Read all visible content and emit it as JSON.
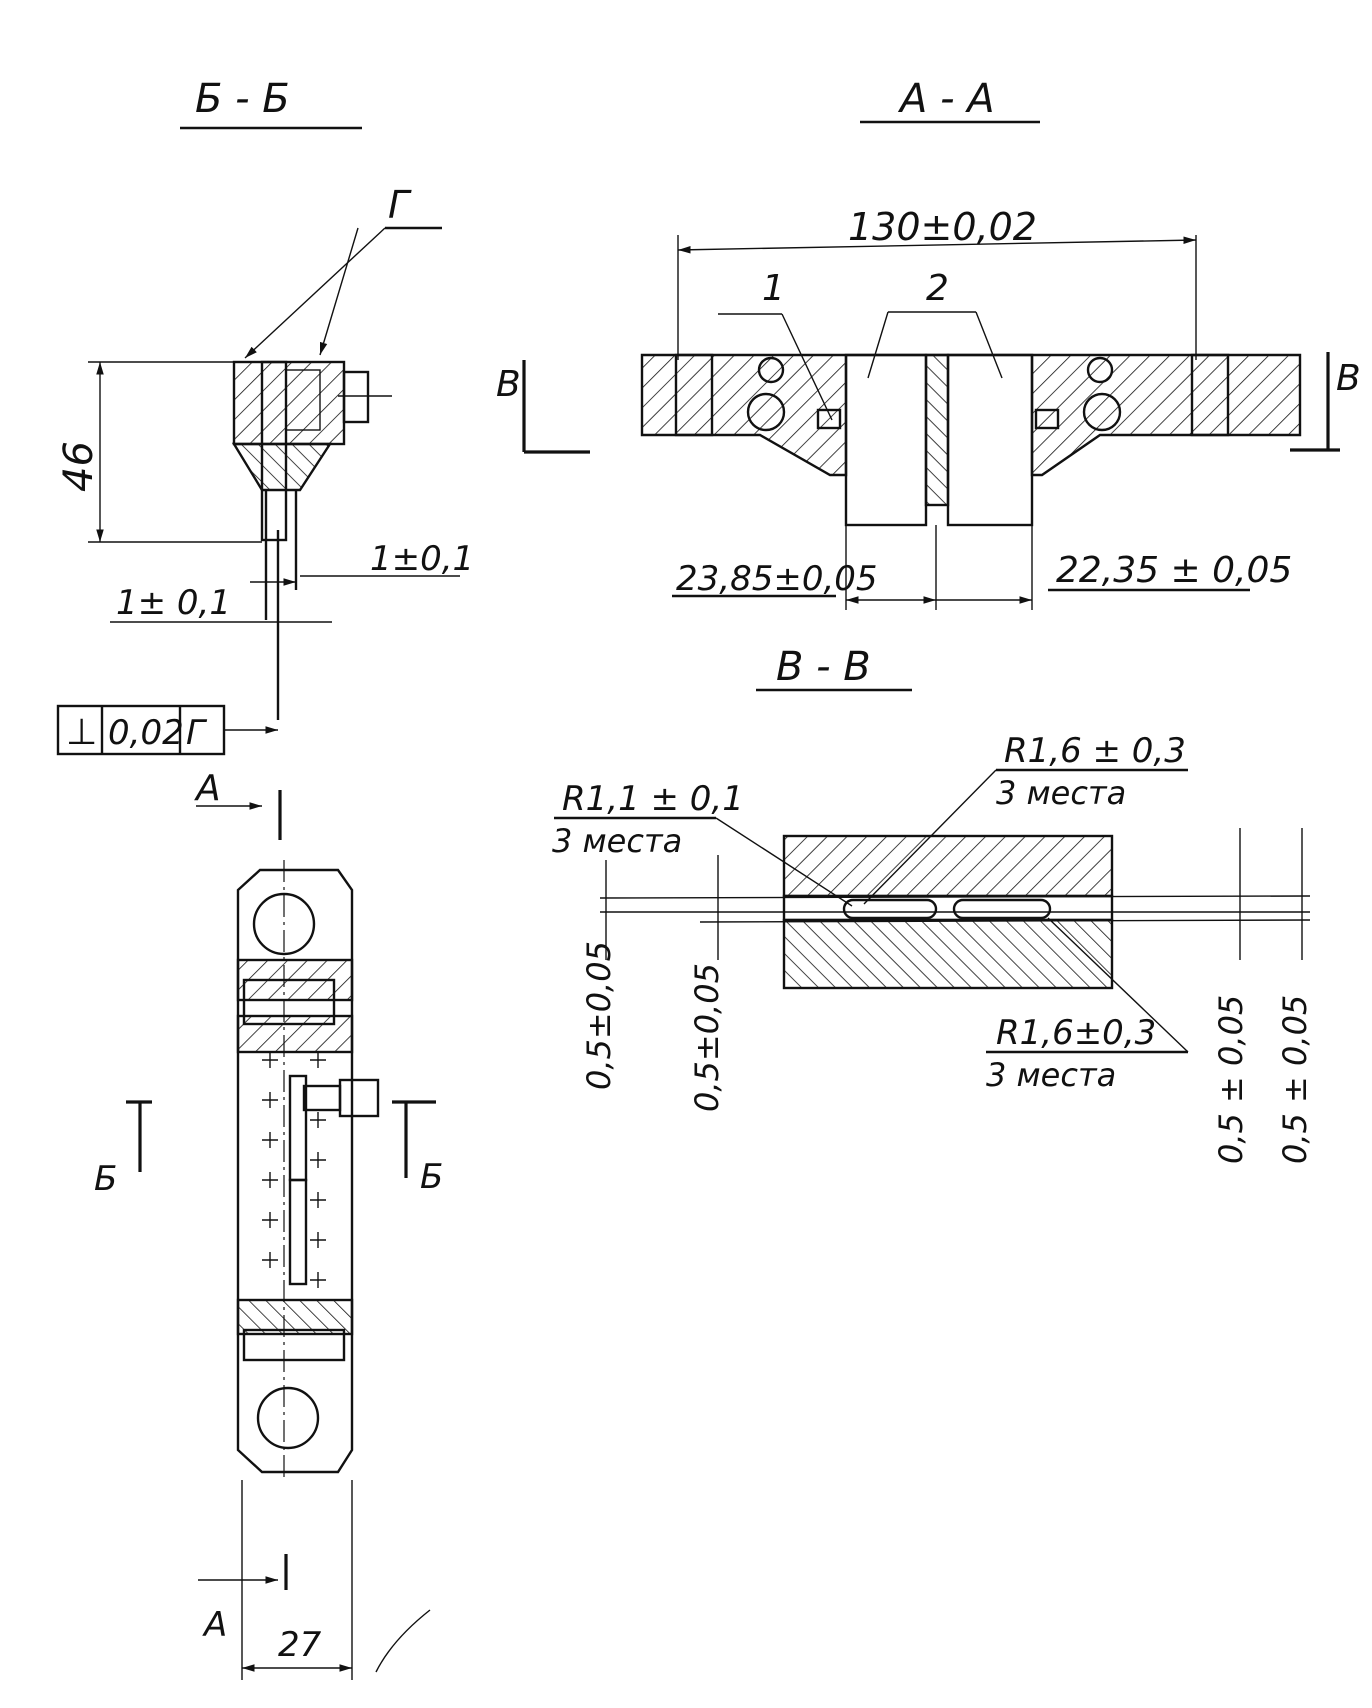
{
  "views": {
    "section_bb": {
      "title": "Б - Б",
      "surface": "Г",
      "dim_height": "46",
      "dim_right": "1±0,1",
      "dim_left": "1± 0,1"
    },
    "tolerance_frame": {
      "symbol": "⊥",
      "value": "0,02",
      "datum": "Г"
    },
    "section_aa": {
      "title": "А - А",
      "dim_width": "130±0,02",
      "part_1": "1",
      "part_2": "2",
      "dim_left": "23,85±0,05",
      "dim_right": "22,35 ± 0,05",
      "cut_mark": "В"
    },
    "section_vv": {
      "title": "В - В",
      "radius_top": "R1,6 ± 0,3",
      "radius_top_note": "3 места",
      "radius_left": "R1,1 ± 0,1",
      "radius_left_note": "3 места",
      "radius_bottom": "R1,6±0,3",
      "radius_bottom_note": "3 места",
      "dim_1": "0,5±0,05",
      "dim_2": "0,5±0,05",
      "dim_3": "0,5 ± 0,05",
      "dim_4": "0,5 ± 0,05"
    },
    "plan_view": {
      "cut_a": "А",
      "cut_b": "Б",
      "dim_width": "27"
    }
  }
}
